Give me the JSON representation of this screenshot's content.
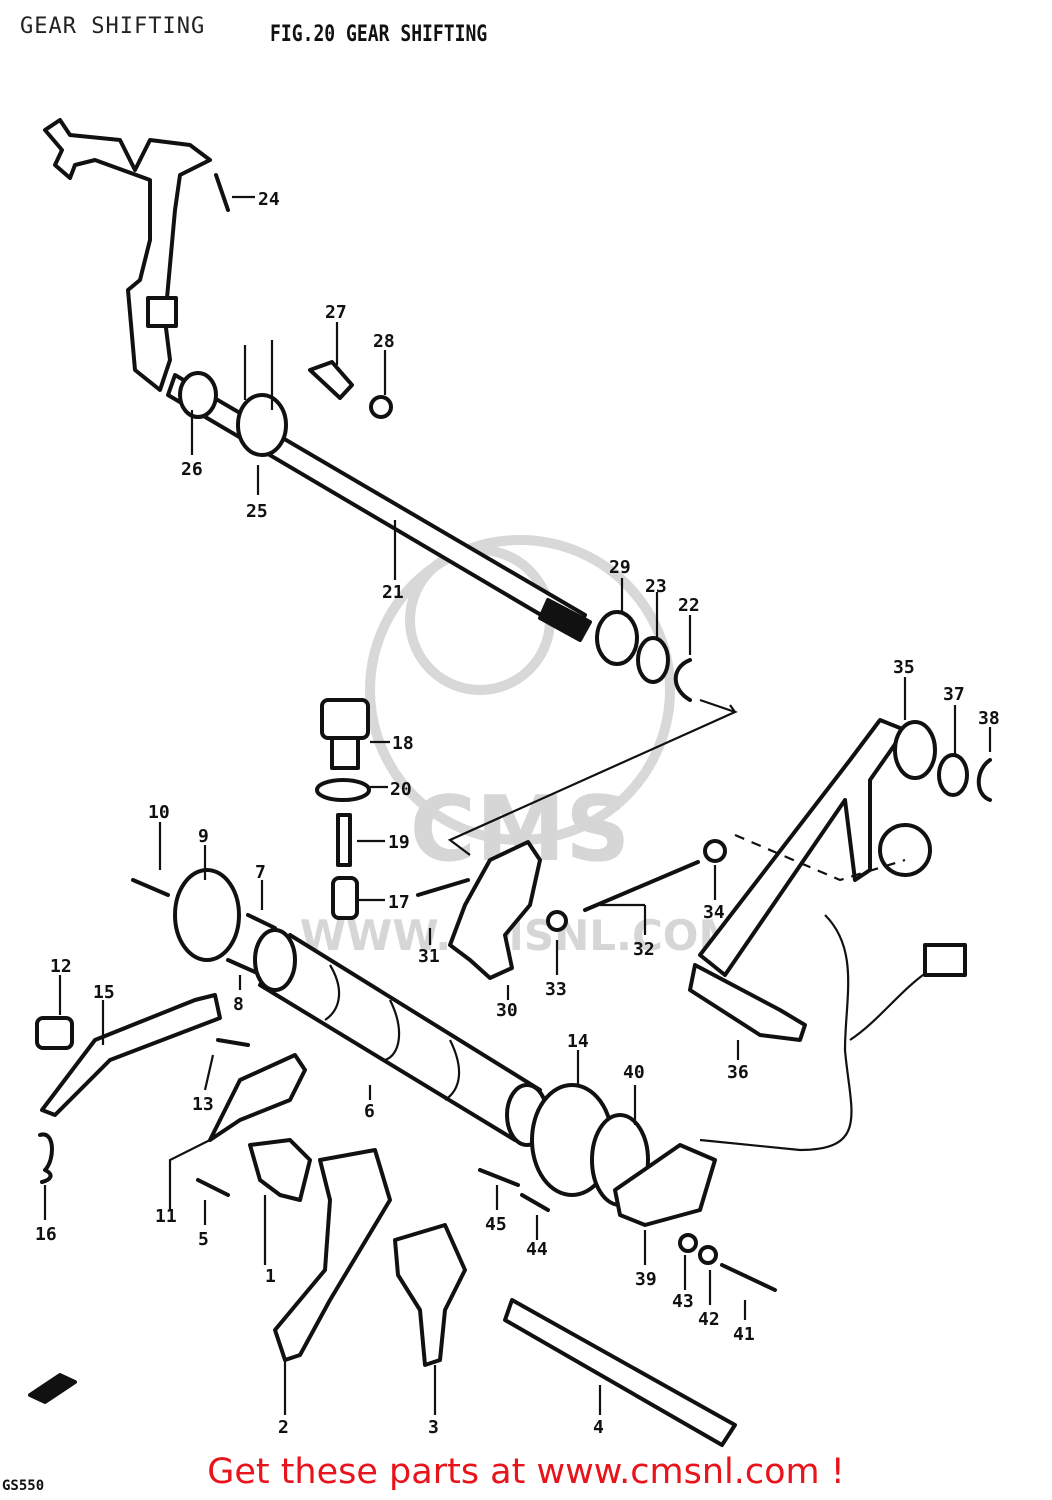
{
  "header": {
    "page_title": "GEAR SHIFTING",
    "figure_title": "FIG.20  GEAR SHIFTING"
  },
  "footer": {
    "model": "GS550",
    "banner": "Get these parts at www.cmsnl.com !"
  },
  "watermark": {
    "text_1": "CMS",
    "text_2": "WWW.CMSNL.COM"
  },
  "callouts": [
    "1",
    "2",
    "3",
    "4",
    "5",
    "6",
    "7",
    "8",
    "9",
    "10",
    "11",
    "12",
    "13",
    "14",
    "15",
    "16",
    "17",
    "18",
    "19",
    "20",
    "21",
    "22",
    "23",
    "24",
    "25",
    "26",
    "27",
    "28",
    "29",
    "30",
    "31",
    "32",
    "33",
    "34",
    "35",
    "36",
    "37",
    "38",
    "39",
    "40",
    "41",
    "42",
    "43",
    "44",
    "45"
  ],
  "colors": {
    "banner": "#e8141b",
    "ink": "#111111",
    "watermark": "#d6d6d6"
  }
}
